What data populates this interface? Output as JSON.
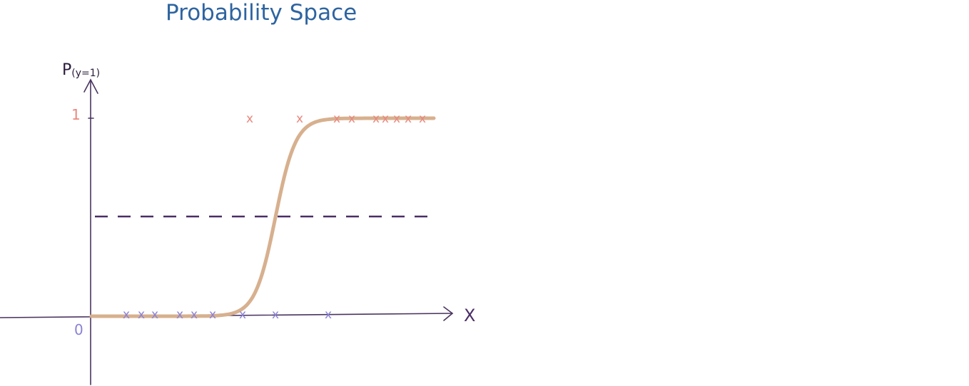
{
  "title": "Probability Space",
  "axes": {
    "y_label_main": "P",
    "y_label_sub": "(y=1)",
    "x_label": "X",
    "tick_one": "1",
    "tick_zero": "0"
  },
  "marker_glyph": "x",
  "colors": {
    "title": "#2e64a0",
    "axis": "#4a3460",
    "curve": "#d7b08e",
    "threshold": "#4a2d66",
    "positive_class": "#e8887e",
    "negative_class": "#8a82d6"
  },
  "chart_data": {
    "type": "scatter",
    "threshold": 0.5,
    "sigmoid_midpoint_x": 386,
    "series": [
      {
        "values_x": [
          350,
          420,
          472,
          493,
          527,
          540,
          556,
          572,
          592
        ],
        "y": 1
      },
      {
        "values_x": [
          177,
          198,
          217,
          252,
          272,
          298,
          340,
          386,
          460
        ],
        "y": 0
      }
    ]
  }
}
